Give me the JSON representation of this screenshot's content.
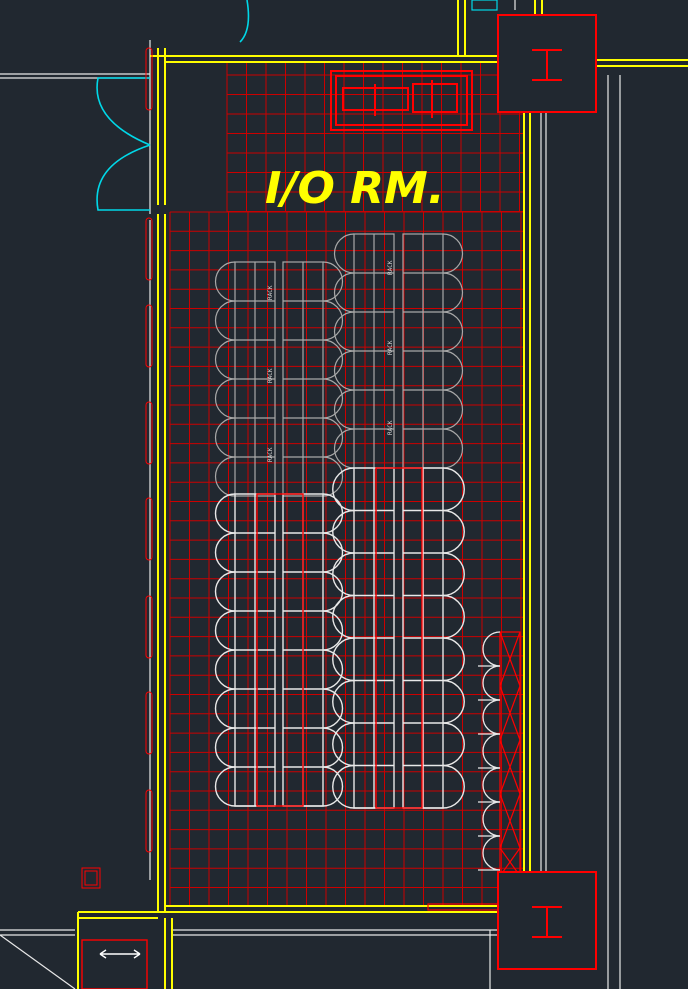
{
  "drawing": {
    "room_label": "I/O RM.",
    "rack_tags": [
      "RACK",
      "RACK",
      "RACK",
      "RACK",
      "RACK",
      "RACK"
    ]
  },
  "colors": {
    "background": "#212830",
    "wall": "#ffff00",
    "grid": "#cc0000",
    "equipment": "#ff0000",
    "rack_outline": "#a8a8a8",
    "door": "#00d8e8",
    "white_line": "#e8e8e8"
  },
  "icons": [
    "column-i-beam-icon",
    "double-arrow-icon",
    "floor-equipment-icon"
  ]
}
